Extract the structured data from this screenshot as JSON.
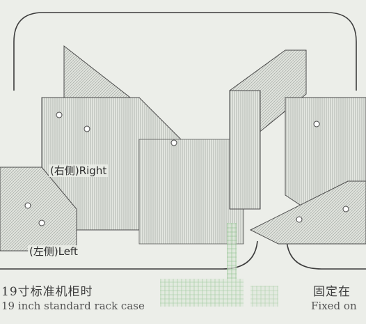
{
  "labels": {
    "right_side": "(右侧)Right",
    "left_side": "(左侧)Left"
  },
  "captions": {
    "left_cn": "19寸标准机柜时",
    "right_cn": "固定在",
    "left_en": "19 inch standard rack case",
    "right_en": "Fixed on"
  },
  "colors": {
    "background": "#eceee9",
    "outline": "#3c3c3c",
    "structure": "#5b5b5b",
    "accent_green": "#3f9a3f",
    "light_fill": "#f7f8f5"
  }
}
